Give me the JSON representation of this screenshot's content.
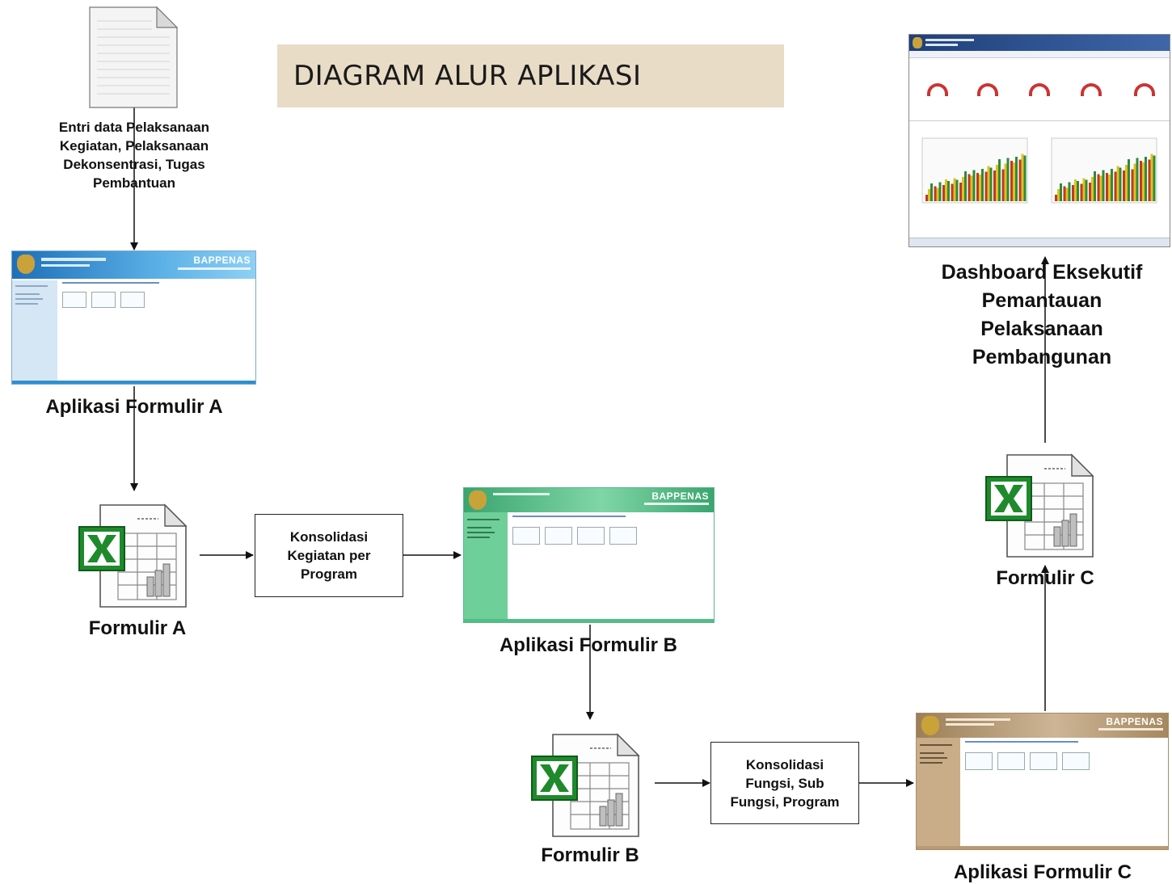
{
  "title": "DIAGRAM ALUR APLIKASI",
  "nodes": {
    "entri": {
      "label_lines": [
        "Entri data Pelaksanaan",
        "Kegiatan, Pelaksanaan",
        "Dekonsentrasi, Tugas",
        "Pembantuan"
      ]
    },
    "app_a": {
      "label": "Aplikasi Formulir A"
    },
    "form_a": {
      "label": "Formulir A"
    },
    "konsolidasi_1": {
      "label_lines": [
        "Konsolidasi",
        "Kegiatan per",
        "Program"
      ]
    },
    "app_b": {
      "label": "Aplikasi Formulir B"
    },
    "form_b": {
      "label": "Formulir B"
    },
    "konsolidasi_2": {
      "label_lines": [
        "Konsolidasi",
        "Fungsi, Sub",
        "Fungsi, Program"
      ]
    },
    "app_c": {
      "label": "Aplikasi Formulir C"
    },
    "form_c": {
      "label": "Formulir C"
    },
    "dashboard": {
      "label_lines": [
        "Dashboard Eksekutif",
        "Pemantauan",
        "Pelaksanaan",
        "Pembangunan"
      ]
    }
  },
  "screenshot_brand": "BAPPENAS",
  "colors": {
    "title_box": "#e8dcc6",
    "app_a_theme": "#2d8fd0",
    "app_b_theme": "#4fbf86",
    "app_c_theme": "#b89a74",
    "excel_green": "#1f8a2c",
    "bar_red": "#c0392b",
    "bar_green": "#2e8b3a"
  },
  "icons": [
    "document-icon",
    "excel-icon",
    "arrow-icon"
  ]
}
